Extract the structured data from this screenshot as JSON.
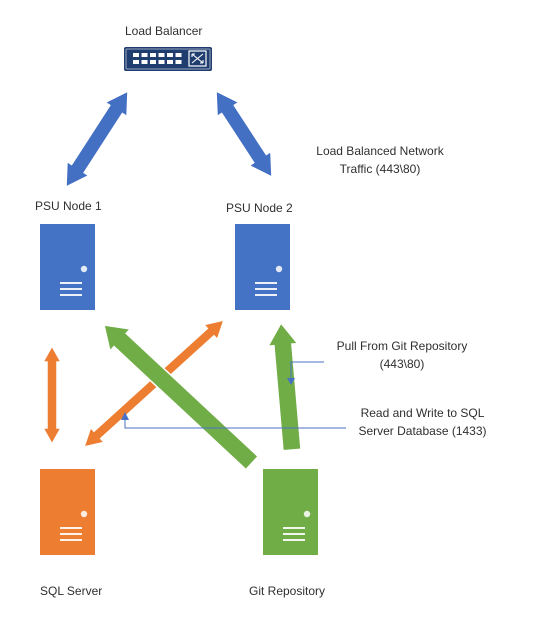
{
  "nodes": {
    "load_balancer": {
      "label": "Load Balancer",
      "icon": "network-switch-icon"
    },
    "psu_node_1": {
      "label": "PSU Node 1",
      "icon": "server-icon"
    },
    "psu_node_2": {
      "label": "PSU Node 2",
      "icon": "server-icon"
    },
    "sql_server": {
      "label": "SQL Server",
      "icon": "server-icon"
    },
    "git_repository": {
      "label": "Git Repository",
      "icon": "server-icon"
    }
  },
  "annotations": {
    "load_balanced": {
      "line1": "Load Balanced Network",
      "line2": "Traffic (443\\80)"
    },
    "pull_git": {
      "line1": "Pull From Git Repository",
      "line2": "(443\\80)"
    },
    "read_write_sql": {
      "line1": "Read and Write to SQL",
      "line2": "Server Database (1433)"
    }
  },
  "colors": {
    "network_arrow": "#4470c4",
    "sql_arrow": "#ed7d31",
    "git_arrow": "#70ad47",
    "node_blue": "#4472c4",
    "node_orange": "#ed7d31",
    "node_green": "#70ad47",
    "switch": "#1f3d6e",
    "callout_line": "#4a72c4"
  }
}
